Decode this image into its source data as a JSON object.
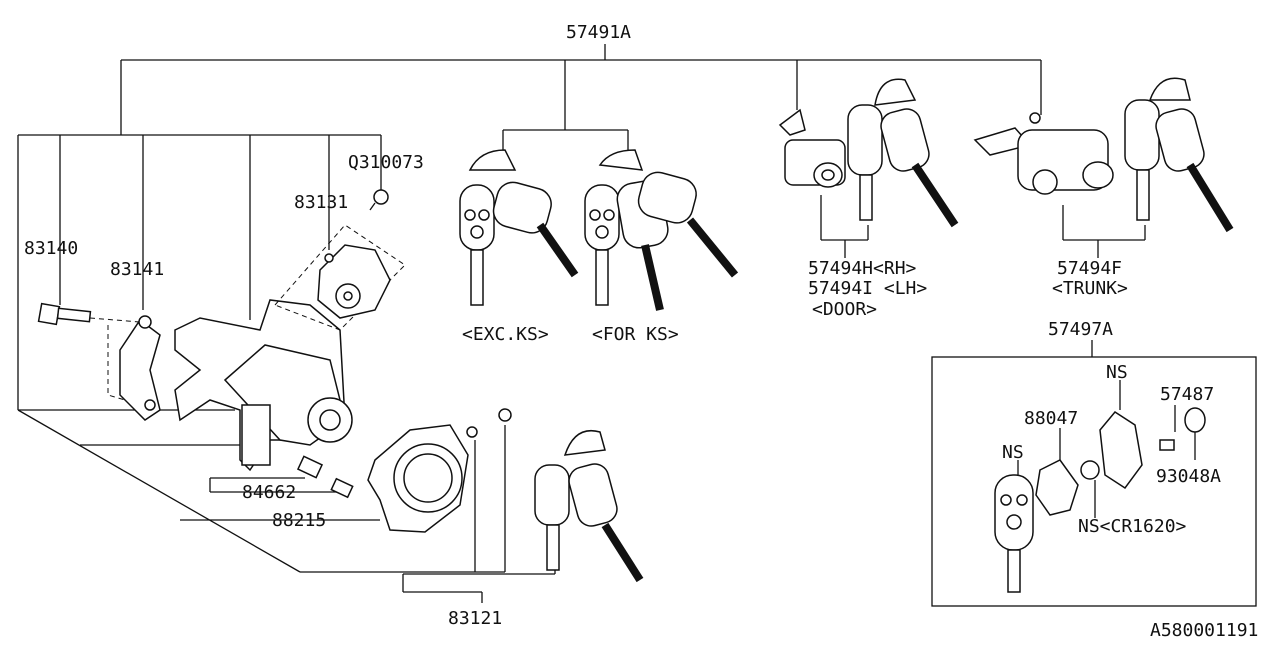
{
  "labels": {
    "main_assy": "57491A",
    "ign_switch_cylinder": "Q310073",
    "p83131": "83131",
    "p83140": "83140",
    "p83141": "83141",
    "exc_ks": "<EXC.KS>",
    "for_ks": "<FOR KS>",
    "door_rh": "57494H<RH>",
    "door_lh": "57494I <LH>",
    "door_note": "<DOOR>",
    "trunk_part": "57494F",
    "trunk_note": "<TRUNK>",
    "remote_assy": "57497A",
    "ns_top": "NS",
    "p57487": "57487",
    "p88047": "88047",
    "ns_left": "NS",
    "p93048a": "93048A",
    "ns_battery": "NS<CR1620>",
    "p84662": "84662",
    "p88215": "88215",
    "p83121": "83121",
    "diagram_id": "A580001191"
  },
  "colors": {
    "ink": "#111111",
    "background": "#ffffff"
  }
}
